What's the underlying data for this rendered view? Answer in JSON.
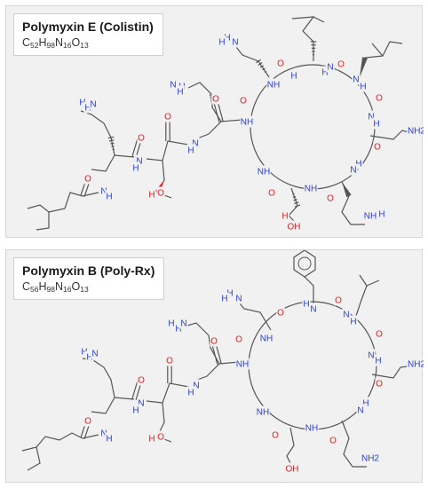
{
  "panels": [
    {
      "name": "Polymyxin E (Colistin)",
      "formula": {
        "el1": "C",
        "n1": "52",
        "el2": "H",
        "n2": "98",
        "el3": "N",
        "n3": "16",
        "el4": "O",
        "n4": "13"
      }
    },
    {
      "name": "Polymyxin B (Poly-Rx)",
      "formula": {
        "el1": "C",
        "n1": "56",
        "el2": "H",
        "n2": "98",
        "el3": "N",
        "n3": "16",
        "el4": "O",
        "n4": "13"
      }
    }
  ],
  "atom_labels": {
    "nh": "NH",
    "n": "N",
    "h": "H",
    "o": "O",
    "oh": "OH",
    "nh2": "NH2"
  },
  "colors": {
    "nitrogen": "#2a3fd6",
    "oxygen": "#e02020",
    "carbon": "#555555",
    "panel": "#f1f1f1"
  }
}
